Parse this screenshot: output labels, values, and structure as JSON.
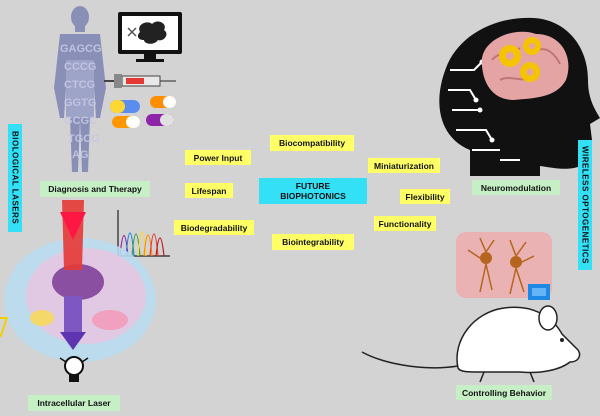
{
  "center": {
    "line1": "FUTURE",
    "line2": "BIOPHOTONICS"
  },
  "side_labels": {
    "left": "BIOLOGICAL LASERS",
    "right": "WIRELESS OPTOGENETICS"
  },
  "properties": {
    "biocompatibility": "Biocompatibility",
    "power_input": "Power Input",
    "miniaturization": "Miniaturization",
    "lifespan": "Lifespan",
    "flexibility": "Flexibility",
    "biodegradability": "Biodegradability",
    "functionality": "Functionality",
    "biointegrability": "Biointegrability"
  },
  "captions": {
    "diagnosis": "Diagnosis and Therapy",
    "neuromodulation": "Neuromodulation",
    "intracellular": "Intracellular Laser",
    "behavior": "Controlling Behavior"
  },
  "dna_sequence": [
    "GAGCG",
    "CCCG",
    "CTCG",
    "GGTG",
    "GCGC",
    "TGCG",
    "AG"
  ],
  "colors": {
    "background": "#d3d3d3",
    "property_box": "#ffff66",
    "caption_box": "#c6efc6",
    "center_box": "#33e0f5"
  }
}
